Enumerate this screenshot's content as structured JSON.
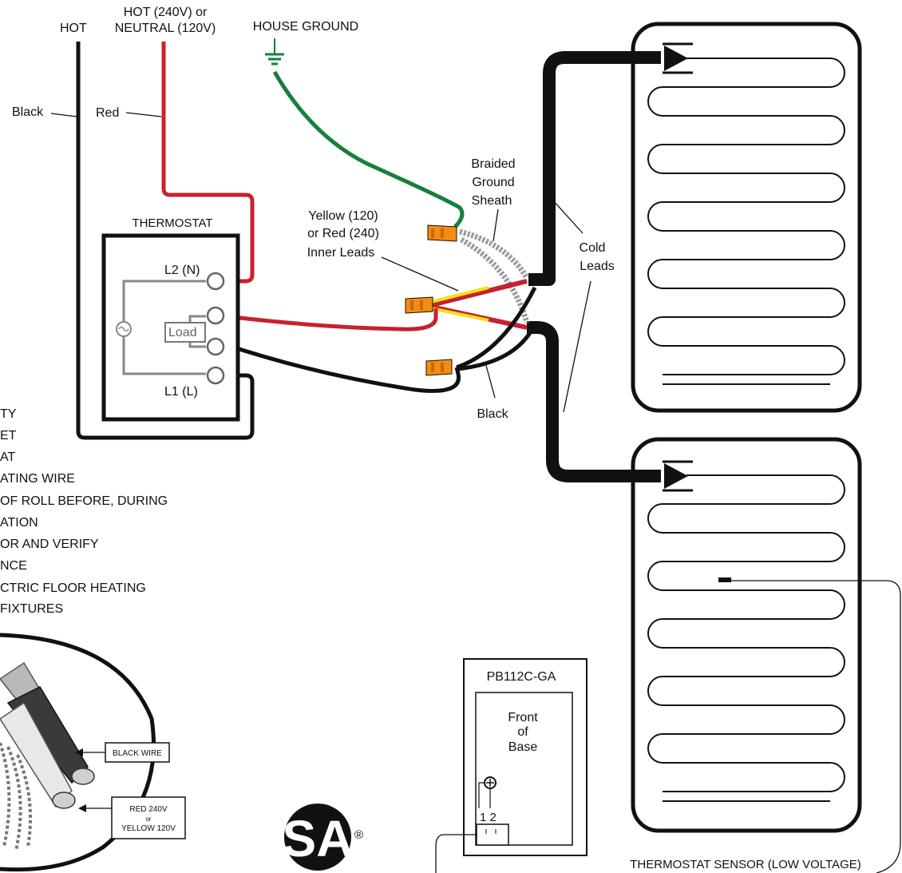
{
  "labels": {
    "hot": "HOT",
    "hot_or_neutral_1": "HOT (240V) or",
    "hot_or_neutral_2": "NEUTRAL (120V)",
    "house_ground": "HOUSE GROUND",
    "black_left": "Black",
    "red_left": "Red",
    "thermostat": "THERMOSTAT",
    "l2": "L2 (N)",
    "l1": "L1 (L)",
    "load": "Load",
    "inner_leads_1": "Yellow (120)",
    "inner_leads_2": "or Red (240)",
    "inner_leads_3": "Inner Leads",
    "braided_1": "Braided",
    "braided_2": "Ground",
    "braided_3": "Sheath",
    "cold_1": "Cold",
    "cold_2": "Leads",
    "black_lower": "Black",
    "sensor_box_title": "PB112C-GA",
    "front_1": "Front",
    "front_2": "of",
    "front_3": "Base",
    "terminals": "1 2",
    "sensor_caption": "THERMOSTAT SENSOR (LOW VOLTAGE)",
    "callout_black": "BLACK WIRE",
    "callout_red_1": "RED 240V",
    "callout_red_2": "or",
    "callout_red_3": "YELLOW 120V",
    "registered": "®"
  },
  "notes": [
    "TY",
    "ET",
    "AT",
    "ATING WIRE",
    "OF ROLL BEFORE, DURING",
    "ATION",
    "OR AND VERIFY",
    "NCE",
    "CTRIC FLOOR HEATING",
    "FIXTURES"
  ],
  "colors": {
    "hot_wire": "#111111",
    "red_wire": "#c8202f",
    "ground_wire": "#15803d",
    "yellow_lead": "#f2e21a",
    "wire_nut": "#f28c13",
    "internal_wiring": "#888888"
  }
}
